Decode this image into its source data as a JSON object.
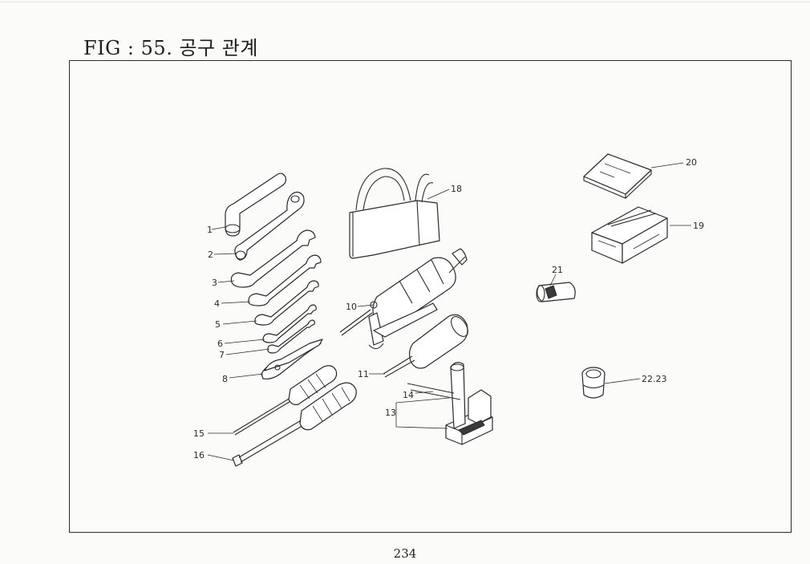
{
  "figure": {
    "title": "FIG : 55. 공구 관계"
  },
  "page": {
    "number": "234"
  },
  "callouts": [
    {
      "id": "1",
      "text": "1"
    },
    {
      "id": "2",
      "text": "2"
    },
    {
      "id": "3",
      "text": "3"
    },
    {
      "id": "4",
      "text": "4"
    },
    {
      "id": "5",
      "text": "5"
    },
    {
      "id": "6",
      "text": "6"
    },
    {
      "id": "7",
      "text": "7"
    },
    {
      "id": "8",
      "text": "8"
    },
    {
      "id": "10",
      "text": "10"
    },
    {
      "id": "11",
      "text": "11"
    },
    {
      "id": "13",
      "text": "13"
    },
    {
      "id": "14",
      "text": "14"
    },
    {
      "id": "15",
      "text": "15"
    },
    {
      "id": "16",
      "text": "16"
    },
    {
      "id": "18",
      "text": "18"
    },
    {
      "id": "19",
      "text": "19"
    },
    {
      "id": "20",
      "text": "20"
    },
    {
      "id": "21",
      "text": "21"
    },
    {
      "id": "22-23",
      "text": "22.23"
    }
  ]
}
